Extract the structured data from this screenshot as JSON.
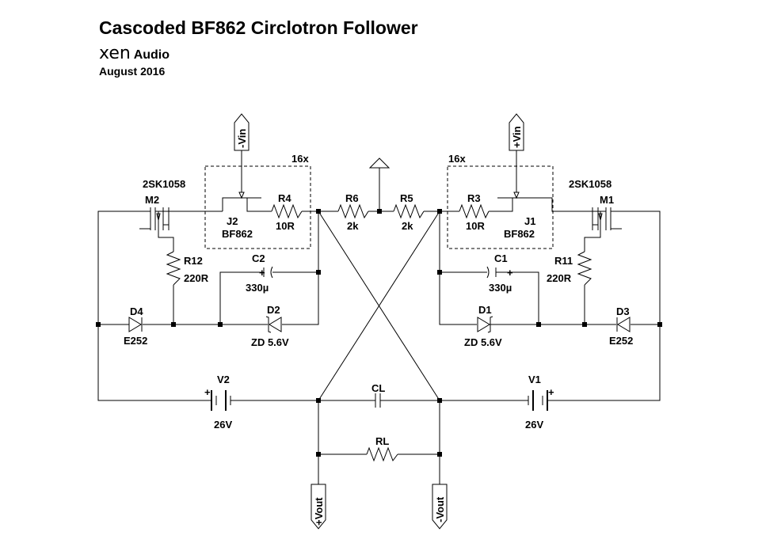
{
  "header": {
    "title": "Cascoded BF862 Circlotron Follower",
    "brand_logo": "xen",
    "brand_name": "Audio",
    "date": "August 2016"
  },
  "labels": {
    "vin_neg": "-Vin",
    "vin_pos": "+Vin",
    "vout_pos": "+Vout",
    "vout_neg": "-Vout",
    "m2_part": "2SK1058",
    "m2_ref": "M2",
    "m1_part": "2SK1058",
    "m1_ref": "M1",
    "box_left_mult": "16x",
    "box_right_mult": "16x",
    "j2_ref": "J2",
    "j2_part": "BF862",
    "j1_ref": "J1",
    "j1_part": "BF862",
    "r4_ref": "R4",
    "r4_val": "10R",
    "r3_ref": "R3",
    "r3_val": "10R",
    "r6_ref": "R6",
    "r6_val": "2k",
    "r5_ref": "R5",
    "r5_val": "2k",
    "r12_ref": "R12",
    "r12_val": "220R",
    "r11_ref": "R11",
    "r11_val": "220R",
    "c2_ref": "C2",
    "c2_val": "330µ",
    "c1_ref": "C1",
    "c1_val": "330µ",
    "d4_ref": "D4",
    "d4_val": "E252",
    "d3_ref": "D3",
    "d3_val": "E252",
    "d2_ref": "D2",
    "d2_val": "ZD 5.6V",
    "d1_ref": "D1",
    "d1_val": "ZD 5.6V",
    "v2_ref": "V2",
    "v2_val": "26V",
    "v1_ref": "V1",
    "v1_val": "26V",
    "cl_ref": "CL",
    "rl_ref": "RL",
    "plus": "+"
  }
}
